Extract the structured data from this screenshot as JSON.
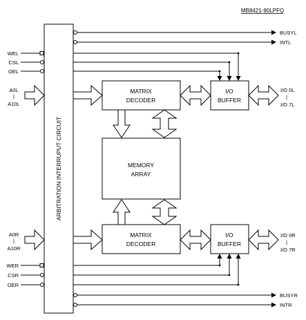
{
  "title": "MB8421-90LPFQ",
  "blocks": {
    "arbitration": "ARBITRATION INTERRUPUT CIRCUIT",
    "matrix_decoder_top": [
      "MATRIX",
      "DECODER"
    ],
    "io_buffer_top": [
      "I/O",
      "BUFFER"
    ],
    "memory_array": [
      "MEMORY",
      "ARRAY"
    ],
    "matrix_decoder_bottom": [
      "MATRIX",
      "DECODER"
    ],
    "io_buffer_bottom": [
      "I/O",
      "BUFFER"
    ]
  },
  "left_inputs": {
    "wel": "WEL",
    "csl": "CSL",
    "oel": "OEL",
    "addr_left_top": "A0L",
    "addr_left_sep": "|",
    "addr_left_bottom": "A10L",
    "addr_right_top": "A0R",
    "addr_right_sep": "|",
    "addr_right_bottom": "A10R",
    "wer": "WER",
    "csr": "CSR",
    "oer": "OER"
  },
  "right_outputs": {
    "busyl": "BUSYL",
    "intl": "INTL",
    "io_left_top": "I/O 0L",
    "io_left_sep": "|",
    "io_left_bottom": "I/O 7L",
    "io_right_top": "I/O 0R",
    "io_right_sep": "|",
    "io_right_bottom": "I/O 7R",
    "busyr": "BUSYR",
    "intr": "INTR"
  }
}
